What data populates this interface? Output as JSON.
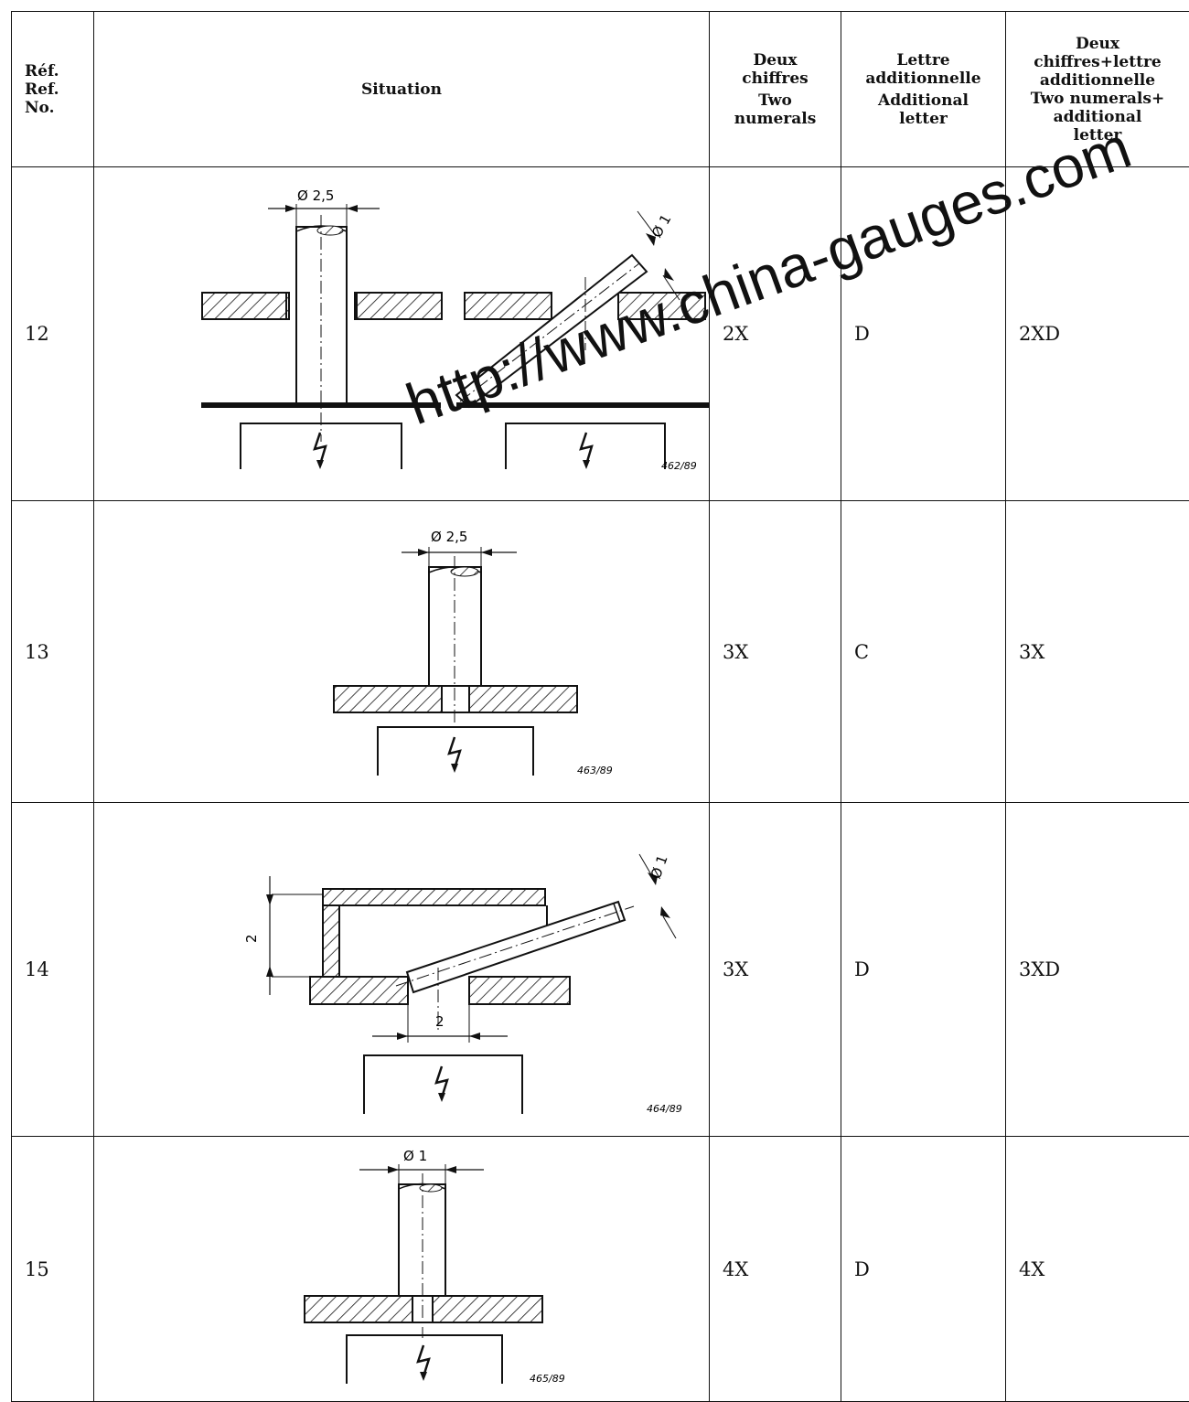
{
  "header": {
    "ref": [
      "Réf.",
      "Ref.",
      "No."
    ],
    "situation": "Situation",
    "two_numerals": [
      "Deux",
      "chiffres",
      "Two",
      "numerals"
    ],
    "additional_letter": [
      "Lettre",
      "additionnelle",
      "Additional",
      "letter"
    ],
    "combined": [
      "Deux",
      "chiffres+lettre",
      "additionnelle",
      "Two numerals+",
      "additional",
      "letter"
    ]
  },
  "rows": [
    {
      "ref": "12",
      "two_numerals": "2X",
      "letter": "D",
      "combined": "2XD",
      "fig_id": "462/89",
      "dims": [
        "Ø 2,5",
        "Ø 1"
      ]
    },
    {
      "ref": "13",
      "two_numerals": "3X",
      "letter": "C",
      "combined": "3X",
      "fig_id": "463/89",
      "dims": [
        "Ø 2,5"
      ]
    },
    {
      "ref": "14",
      "two_numerals": "3X",
      "letter": "D",
      "combined": "3XD",
      "fig_id": "464/89",
      "dims": [
        "2",
        "2",
        "Ø 1"
      ]
    },
    {
      "ref": "15",
      "two_numerals": "4X",
      "letter": "D",
      "combined": "4X",
      "fig_id": "465/89",
      "dims": [
        "Ø 1"
      ]
    }
  ],
  "watermark": "http://www.china-gauges.com"
}
